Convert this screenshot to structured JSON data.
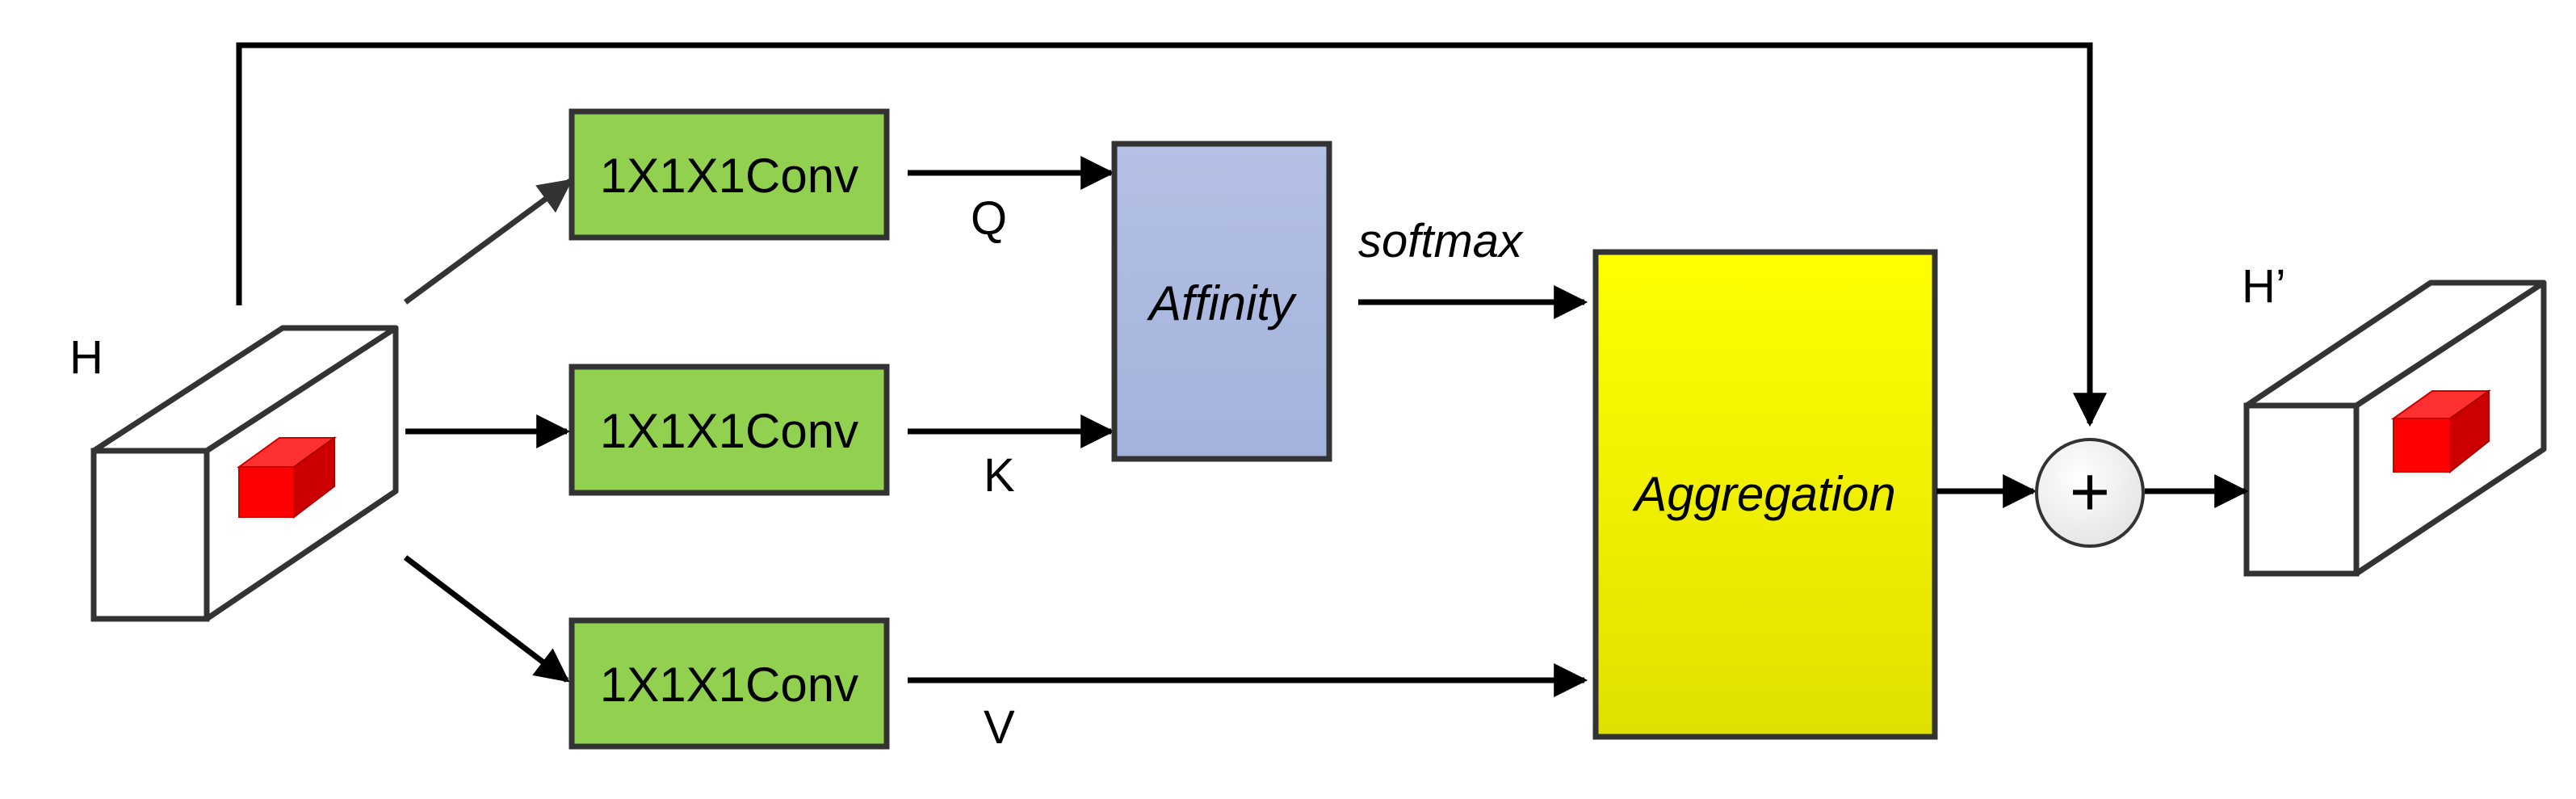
{
  "input_tensor": {
    "label": "H"
  },
  "output_tensor": {
    "label": "H’"
  },
  "conv_blocks": [
    {
      "label": "1X1X1Conv",
      "output_label": "Q"
    },
    {
      "label": "1X1X1Conv",
      "output_label": "K"
    },
    {
      "label": "1X1X1Conv",
      "output_label": "V"
    }
  ],
  "affinity": {
    "label": "Affinity"
  },
  "softmax": {
    "label": "softmax"
  },
  "aggregation": {
    "label": "Aggregation"
  },
  "sum_node": {
    "symbol": "+"
  },
  "colors": {
    "conv_fill": "#92d050",
    "affinity_fill_top": "#b4c0e4",
    "affinity_fill_bottom": "#a3b3dc",
    "aggregation_fill_top": "#ffff00",
    "aggregation_fill_bottom": "#e0e000",
    "voxel_red": "#ff0000",
    "stroke": "#333333"
  }
}
